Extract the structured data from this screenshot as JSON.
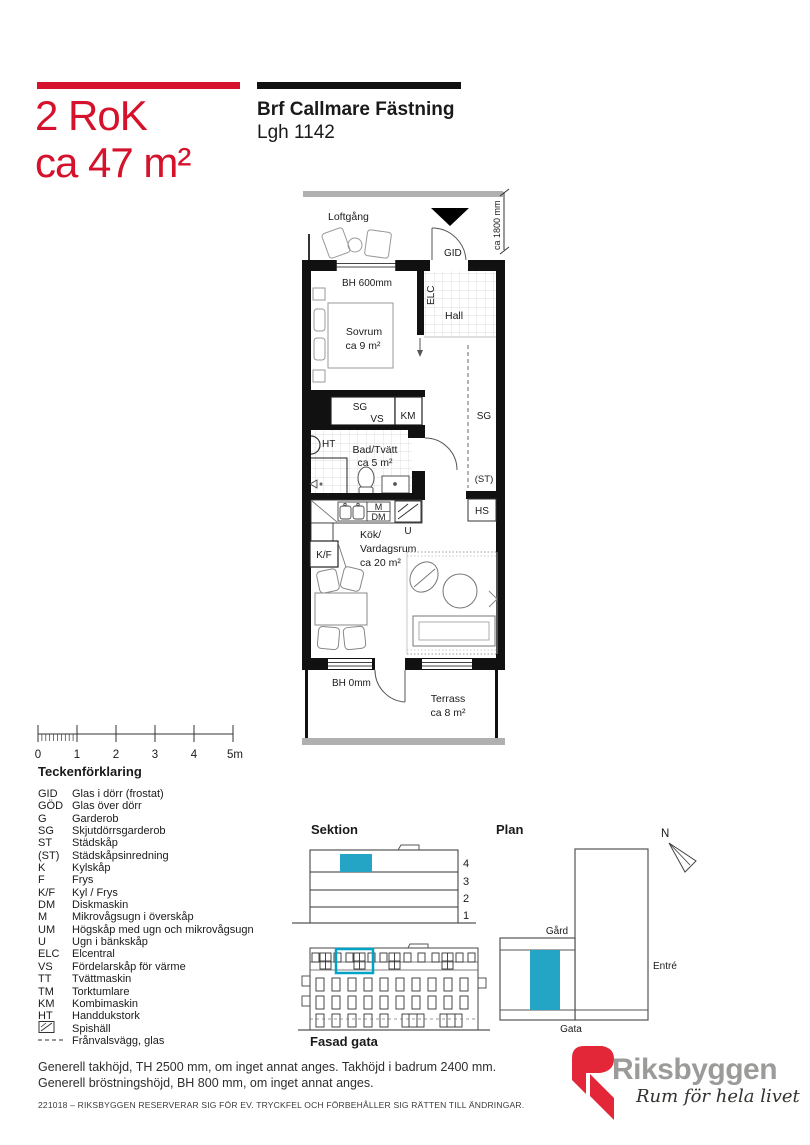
{
  "header": {
    "type_label": "2 RoK",
    "area_label": "ca 47 m²",
    "project_name": "Brf Callmare Fästning",
    "apartment_id": "Lgh 1142"
  },
  "colors": {
    "brand_red": "#d5112b",
    "accent_cyan": "#25a5c6",
    "facade_highlight": "#00a3c8",
    "logo_gray": "#9b9b9a",
    "wall_black": "#111111",
    "walkway_gray": "#b0b0b0"
  },
  "floorplan": {
    "labels": {
      "loftgang": "Loftgång",
      "gid": "GID",
      "dim_right": "ca 1800 mm",
      "bh600": "BH 600mm",
      "elc": "ELC",
      "hall": "Hall",
      "sovrum": "Sovrum",
      "sovrum_area": "ca 9 m²",
      "sg1": "SG",
      "vs": "VS",
      "km": "KM",
      "sg2": "SG",
      "st": "(ST)",
      "ht": "HT",
      "bad": "Bad/Tvätt",
      "bad_area": "ca 5 m²",
      "m": "M",
      "dm": "DM",
      "u": "U",
      "hs": "HS",
      "kf": "K/F",
      "kok_line1": "Kök/",
      "kok_line2": "Vardagsrum",
      "kok_line3": "ca 20 m²",
      "bh0": "BH 0mm",
      "terrass": "Terrass",
      "terrass_area": "ca 8 m²"
    }
  },
  "scalebar": {
    "ticks": [
      "0",
      "1",
      "2",
      "3",
      "4",
      "5m"
    ]
  },
  "legend": {
    "title": "Teckenförklaring",
    "items": [
      {
        "abbr": "GID",
        "desc": "Glas i dörr (frostat)"
      },
      {
        "abbr": "GÖD",
        "desc": "Glas över dörr"
      },
      {
        "abbr": "G",
        "desc": "Garderob"
      },
      {
        "abbr": "SG",
        "desc": "Skjutdörrsgarderob"
      },
      {
        "abbr": "ST",
        "desc": "Städskåp"
      },
      {
        "abbr": "(ST)",
        "desc": "Städskåpsinredning"
      },
      {
        "abbr": "K",
        "desc": "Kylskåp"
      },
      {
        "abbr": "F",
        "desc": "Frys"
      },
      {
        "abbr": "K/F",
        "desc": "Kyl / Frys"
      },
      {
        "abbr": "DM",
        "desc": "Diskmaskin"
      },
      {
        "abbr": "M",
        "desc": "Mikrovågsugn i överskåp"
      },
      {
        "abbr": "UM",
        "desc": "Högskåp med ugn och mikrovågsugn"
      },
      {
        "abbr": "U",
        "desc": "Ugn i bänkskåp"
      },
      {
        "abbr": "ELC",
        "desc": "Elcentral"
      },
      {
        "abbr": "VS",
        "desc": "Fördelarskåp för värme"
      },
      {
        "abbr": "TT",
        "desc": "Tvättmaskin"
      },
      {
        "abbr": "TM",
        "desc": "Torktumlare"
      },
      {
        "abbr": "KM",
        "desc": "Kombimaskin"
      },
      {
        "abbr": "HT",
        "desc": "Handdukstork"
      }
    ],
    "spishall_label": "Spishäll",
    "franvalsvagg_label": "Frånvalsvägg, glas"
  },
  "sektion": {
    "title": "Sektion",
    "floors": [
      "4",
      "3",
      "2",
      "1"
    ]
  },
  "plan": {
    "title": "Plan",
    "north": "N",
    "gard": "Gård",
    "entre": "Entré",
    "gata": "Gata"
  },
  "fasad": {
    "title": "Fasad gata"
  },
  "footer": {
    "line1": "Generell takhöjd, TH 2500 mm, om inget annat anges. Takhöjd i badrum 2400 mm.",
    "line2": "Generell bröstningshöjd, BH 800 mm, om inget annat anges.",
    "fineprint": "221018 – RIKSBYGGEN RESERVERAR SIG FÖR EV. TRYCKFEL OCH FÖRBEHÅLLER SIG RÄTTEN TILL ÄNDRINGAR."
  },
  "logo": {
    "name": "Riksbyggen",
    "tagline": "Rum för hela livet"
  }
}
